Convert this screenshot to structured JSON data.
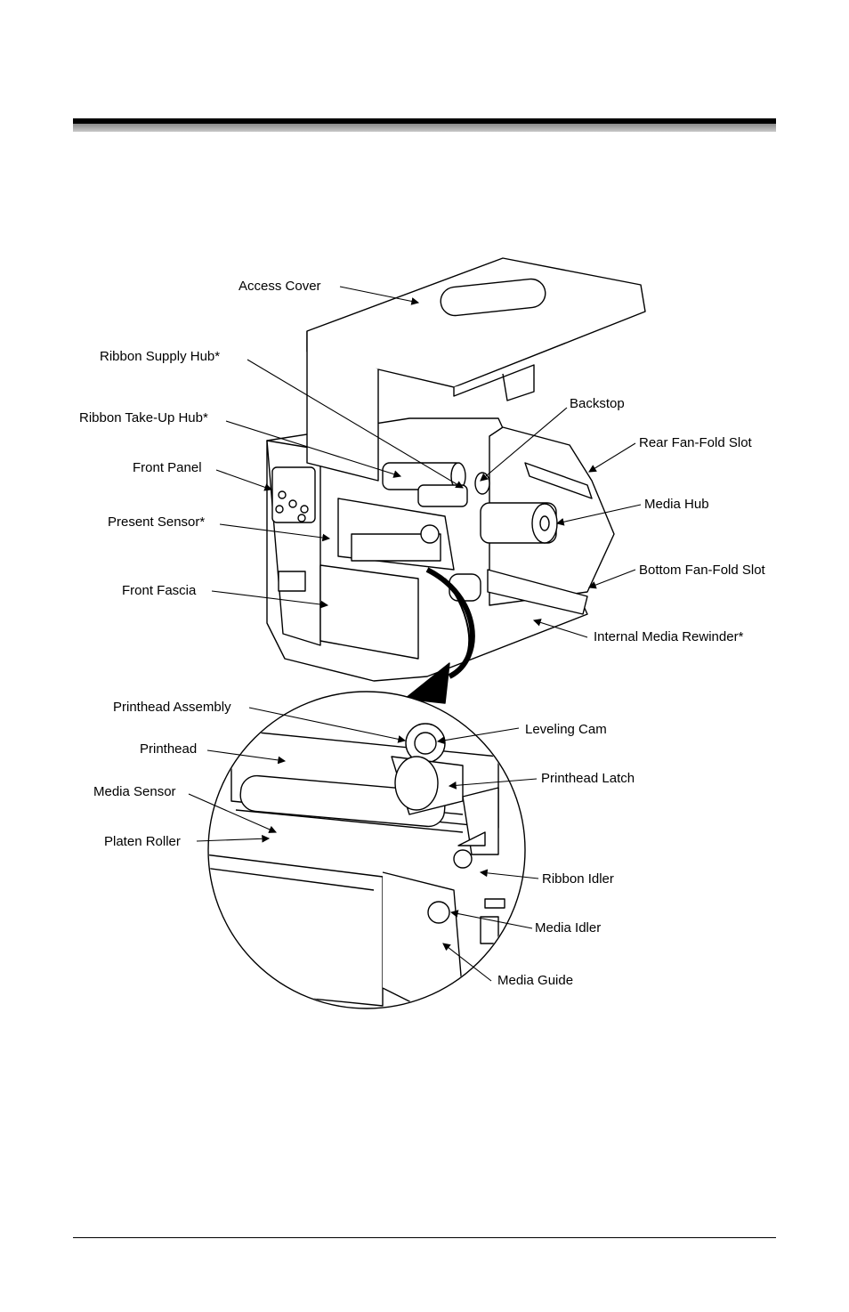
{
  "callouts": {
    "access_cover": "Access Cover",
    "ribbon_supply_hub": "Ribbon Supply Hub*",
    "ribbon_takeup_hub": "Ribbon Take-Up Hub*",
    "front_panel": "Front Panel",
    "present_sensor": "Present Sensor*",
    "front_fascia": "Front Fascia",
    "backstop": "Backstop",
    "rear_fanfold_slot": "Rear Fan-Fold Slot",
    "media_hub": "Media Hub",
    "bottom_fanfold_slot": "Bottom Fan-Fold Slot",
    "internal_media_rewinder": "Internal Media Rewinder*",
    "printhead_assembly": "Printhead Assembly",
    "printhead": "Printhead",
    "media_sensor": "Media Sensor",
    "platen_roller": "Platen Roller",
    "leveling_cam": "Leveling Cam",
    "printhead_latch": "Printhead Latch",
    "ribbon_idler": "Ribbon Idler",
    "media_idler": "Media Idler",
    "media_guide": "Media Guide"
  }
}
